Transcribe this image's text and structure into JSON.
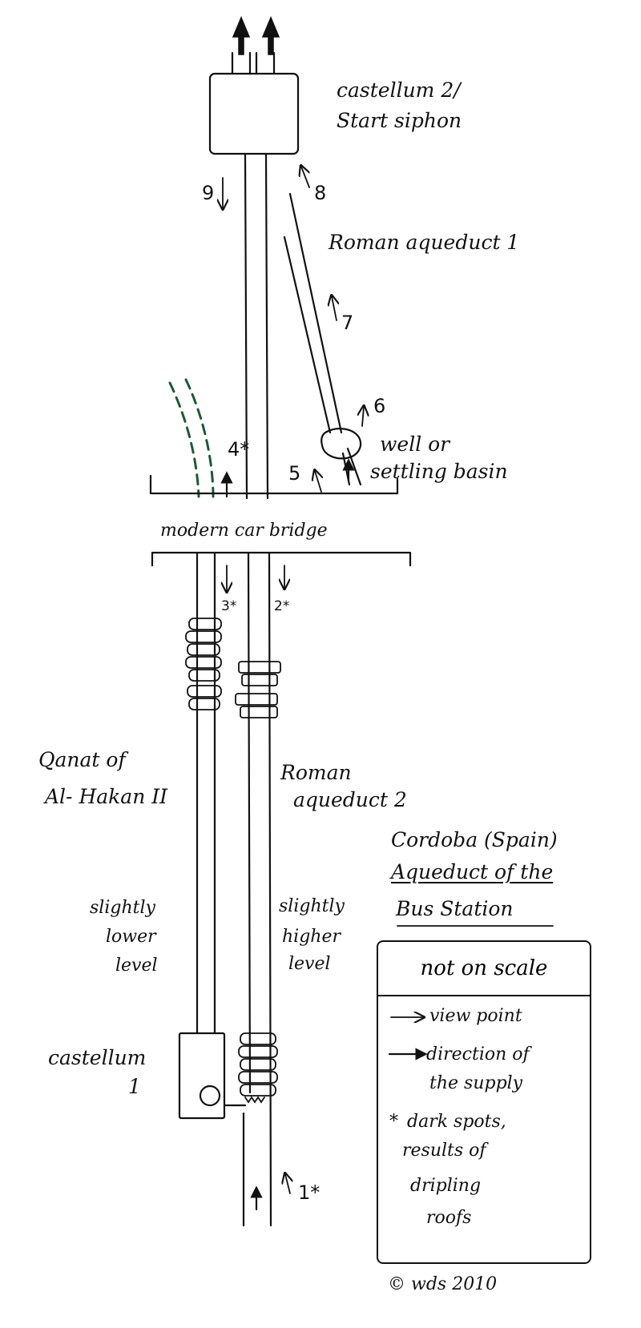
{
  "labels": {
    "castellum2": [
      "castellum 2/",
      "Start siphon"
    ],
    "roman_aqueduct_1": "Roman aqueduct 1",
    "well": [
      "well or",
      "settling basin"
    ],
    "bridge": "modern car bridge",
    "qanat": [
      "Qanat of",
      "Al- Hakan II"
    ],
    "roman_aqueduct_2": [
      "Roman",
      "aqueduct 2"
    ],
    "lower_level": [
      "slightly",
      "lower",
      "level"
    ],
    "higher_level": [
      "slightly",
      "higher",
      "level"
    ],
    "castellum1": [
      "castellum",
      "1"
    ],
    "title": [
      "Cordoba (Spain)",
      "Aqueduct of the",
      "Bus Station"
    ],
    "copyright": "© wds 2010"
  },
  "viewpoints": [
    "1*",
    "2*",
    "3*",
    "4*",
    "5",
    "6",
    "7",
    "8",
    "9"
  ],
  "legend": {
    "title": "not on scale",
    "viewpoint": "view point",
    "supply": [
      "direction of",
      "the supply"
    ],
    "spots": [
      "dark spots,",
      "results of",
      "dripling",
      "roofs"
    ],
    "spots_symbol": "*"
  },
  "colors": {
    "ink": "#111111",
    "green_dashes": "#1d5a33"
  }
}
